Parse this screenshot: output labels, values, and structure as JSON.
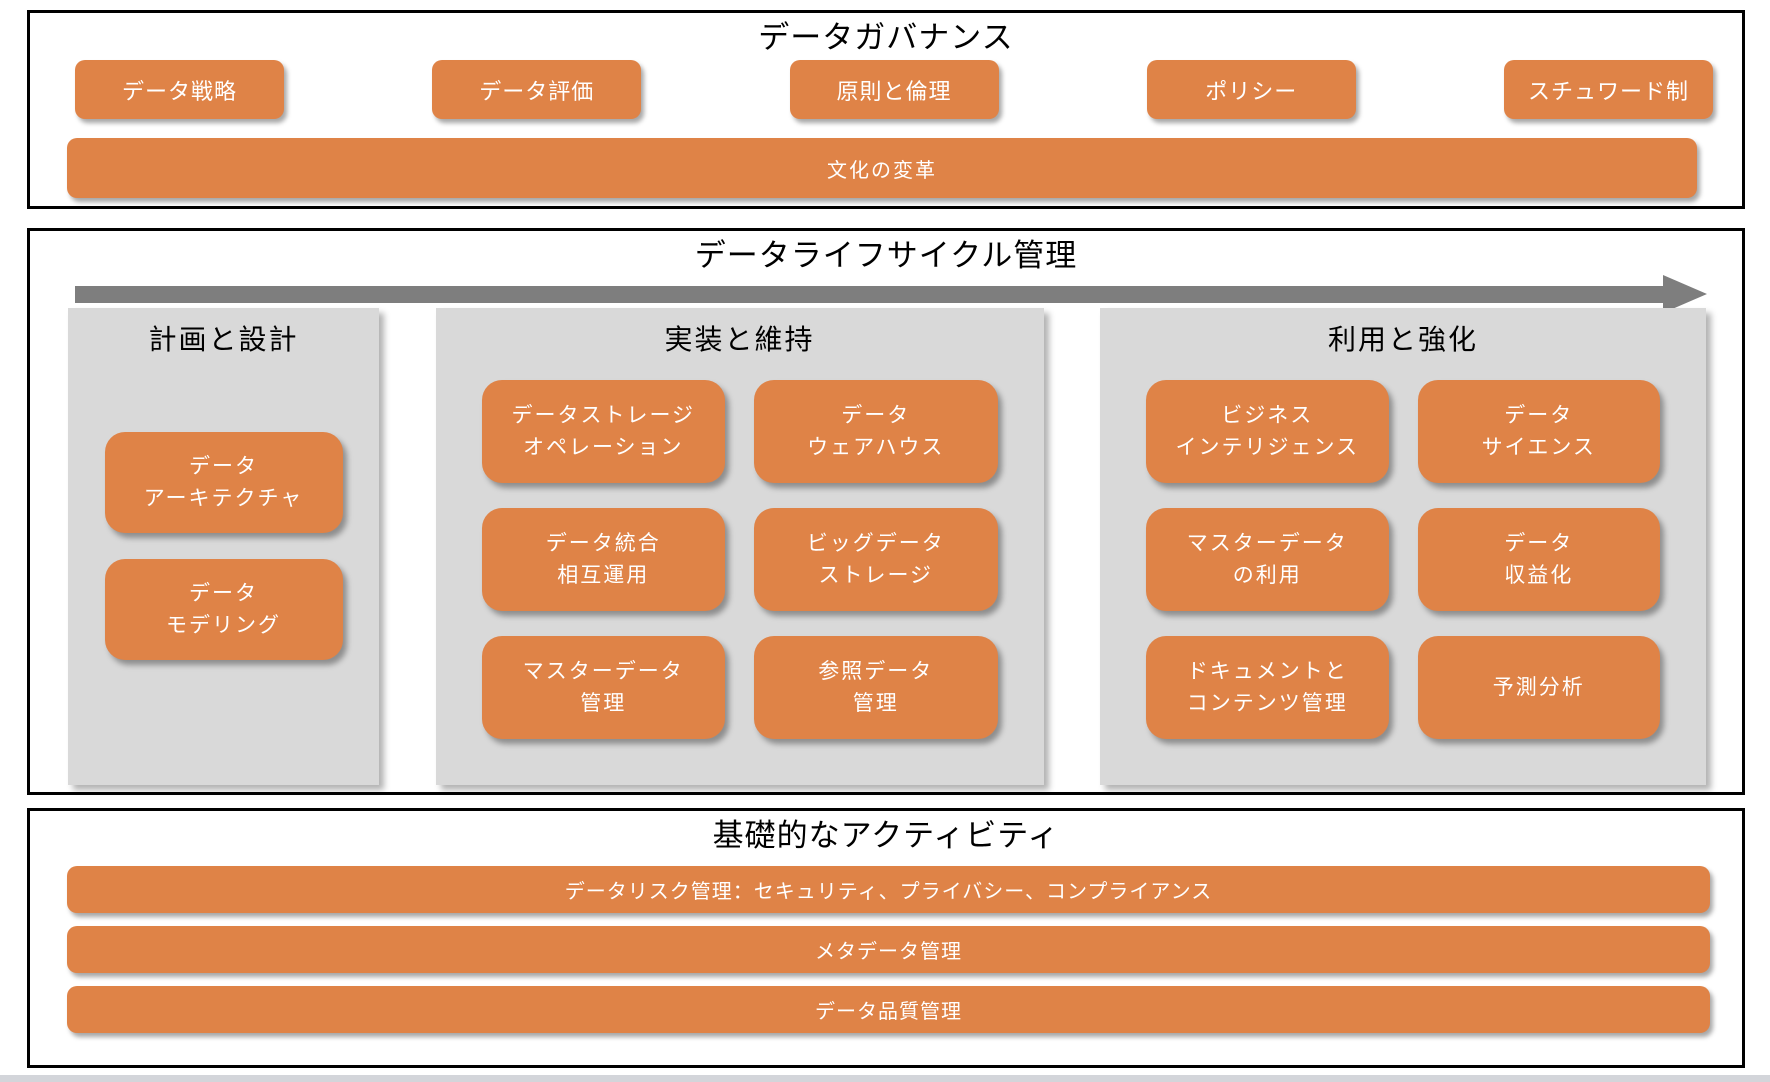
{
  "colors": {
    "accent_orange": "#DF8347",
    "panel_gray": "#D9D9D9",
    "arrow_gray": "#7E7E7E",
    "border_black": "#000000",
    "bottom_strip_gray": "#D3D5DA"
  },
  "governance": {
    "title": "データガバナンス",
    "buttons": [
      "データ戦略",
      "データ評価",
      "原則と倫理",
      "ポリシー",
      "スチュワード制"
    ],
    "wide_bar": "文化の変革"
  },
  "lifecycle": {
    "title": "データライフサイクル管理",
    "arrow": "right-arrow",
    "columns": [
      {
        "title": "計画と設計",
        "buttons": [
          "データ\nアーキテクチャ",
          "データ\nモデリング"
        ]
      },
      {
        "title": "実装と維持",
        "buttons": [
          "データストレージ\nオペレーション",
          "データ\nウェアハウス",
          "データ統合\n相互運用",
          "ビッグデータ\nストレージ",
          "マスターデータ\n管理",
          "参照データ\n管理"
        ]
      },
      {
        "title": "利用と強化",
        "buttons": [
          "ビジネス\nインテリジェンス",
          "データ\nサイエンス",
          "マスターデータ\nの利用",
          "データ\n収益化",
          "ドキュメントと\nコンテンツ管理",
          "予測分析"
        ]
      }
    ]
  },
  "foundation": {
    "title": "基礎的なアクティビティ",
    "bars": [
      "データリスク管理：セキュリティ、プライバシー、コンプライアンス",
      "メタデータ管理",
      "データ品質管理"
    ]
  }
}
